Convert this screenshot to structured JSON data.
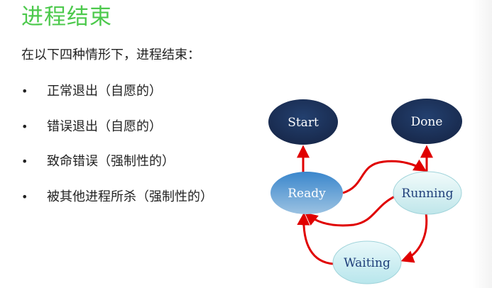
{
  "slide": {
    "title": "进程结束",
    "intro": "在以下四种情形下，进程结束：",
    "bullet_char": "•",
    "bullets": [
      "正常退出（自愿的）",
      "错误退出（自愿的）",
      "致命错误（强制性的）",
      "被其他进程所杀（强制性的）"
    ]
  },
  "diagram": {
    "nodes": {
      "start": "Start",
      "done": "Done",
      "ready": "Ready",
      "running": "Running",
      "waiting": "Waiting"
    },
    "colors": {
      "arrow": "#e00000",
      "dark_node": "#1e3560",
      "ready_top": "#3f8ed0",
      "ready_bottom": "#8fb8dc",
      "running_fill": "#d9f1f3",
      "waiting_fill": "#cdeff2",
      "title_green": "#4cc94c"
    }
  }
}
